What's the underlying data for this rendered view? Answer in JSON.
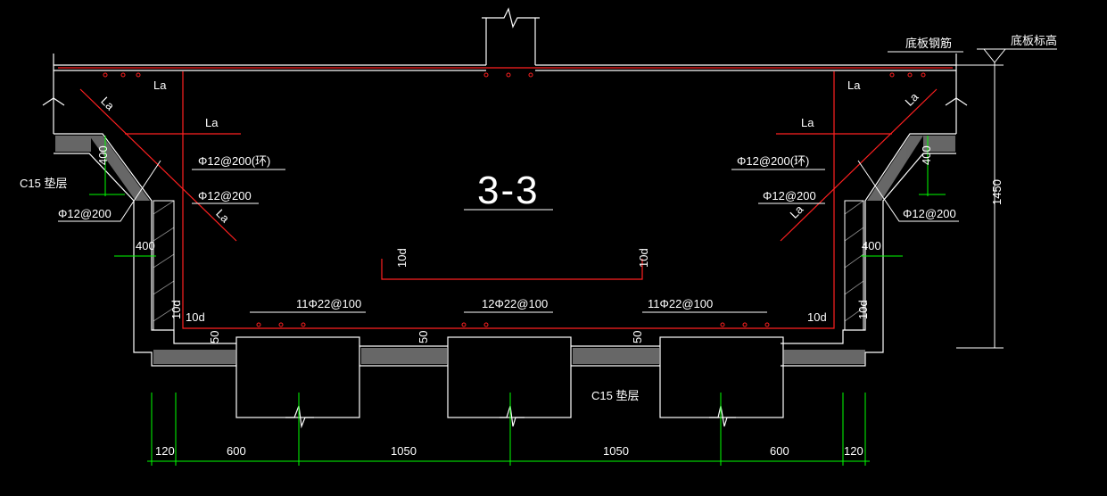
{
  "colors": {
    "background": "#000000",
    "concrete": "#ffffff",
    "rebar": "#ff2020",
    "dimension": "#00ff00",
    "text": "#ffffff"
  },
  "section_label": "3-3",
  "labels": {
    "bottom_rebar": "底板钢筋",
    "bottom_elevation": "底板标高",
    "la": "La",
    "c15_cushion_left": "C15 垫层",
    "c15_cushion_right": "C15 垫层",
    "rebar_ring_left": "Φ12@200(环)",
    "rebar_ring_right": "Φ12@200(环)",
    "rebar_left_1": "Φ12@200",
    "rebar_left_2": "Φ12@200",
    "rebar_right_1": "Φ12@200",
    "rebar_right_2": "Φ12@200",
    "bars_left": "11Φ22@100",
    "bars_mid": "12Φ22@100",
    "bars_right": "11Φ22@100",
    "hook_10d": "10d",
    "dim_400": "400",
    "dim_50": "50",
    "dim_1450": "1450"
  },
  "dimensions": [
    "120",
    "600",
    "1050",
    "1050",
    "600",
    "120"
  ]
}
